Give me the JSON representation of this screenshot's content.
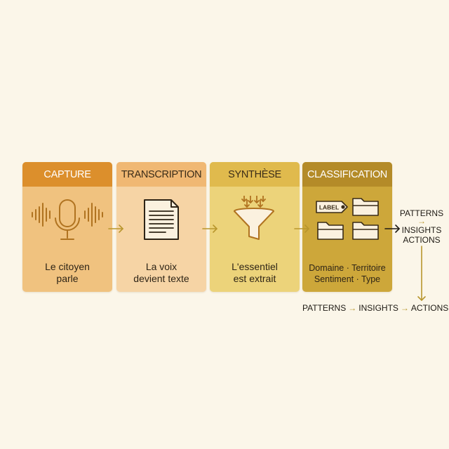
{
  "steps": [
    {
      "id": "capture",
      "title": "CAPTURE",
      "caption_lines": [
        "Le citoyen",
        "parle"
      ],
      "icon": "microphone-soundwave-icon"
    },
    {
      "id": "transcription",
      "title": "TRANSCRIPTION",
      "caption_lines": [
        "La voix",
        "devient texte"
      ],
      "icon": "document-icon"
    },
    {
      "id": "synthese",
      "title": "SYNTHÈSE",
      "caption_lines": [
        "L'essentiel",
        "est extrait"
      ],
      "icon": "funnel-icon"
    },
    {
      "id": "classification",
      "title": "CLASSIFICATION",
      "caption_lines": [
        "Domaine · Territoire",
        "Sentiment · Type"
      ],
      "icon": "label-folders-icon",
      "label_tag": "LABEL"
    }
  ],
  "outputs": {
    "side": [
      "PATTERNS",
      "INSIGHTS",
      "ACTIONS"
    ],
    "bottom": [
      "PATTERNS",
      "INSIGHTS",
      "ACTIONS"
    ]
  },
  "colors": {
    "background": "#fbf6e9",
    "arrow": "#b8962d",
    "icon_stroke": "#b07320",
    "capture_header": "#dc8f2c",
    "capture_body": "#f0c27f",
    "transcription_header": "#f0b873",
    "transcription_body": "#f6d4a5",
    "synthese_header": "#e0ba4d",
    "synthese_body": "#ecd37a",
    "classification_header": "#b48b28",
    "classification_body": "#cda73a"
  }
}
